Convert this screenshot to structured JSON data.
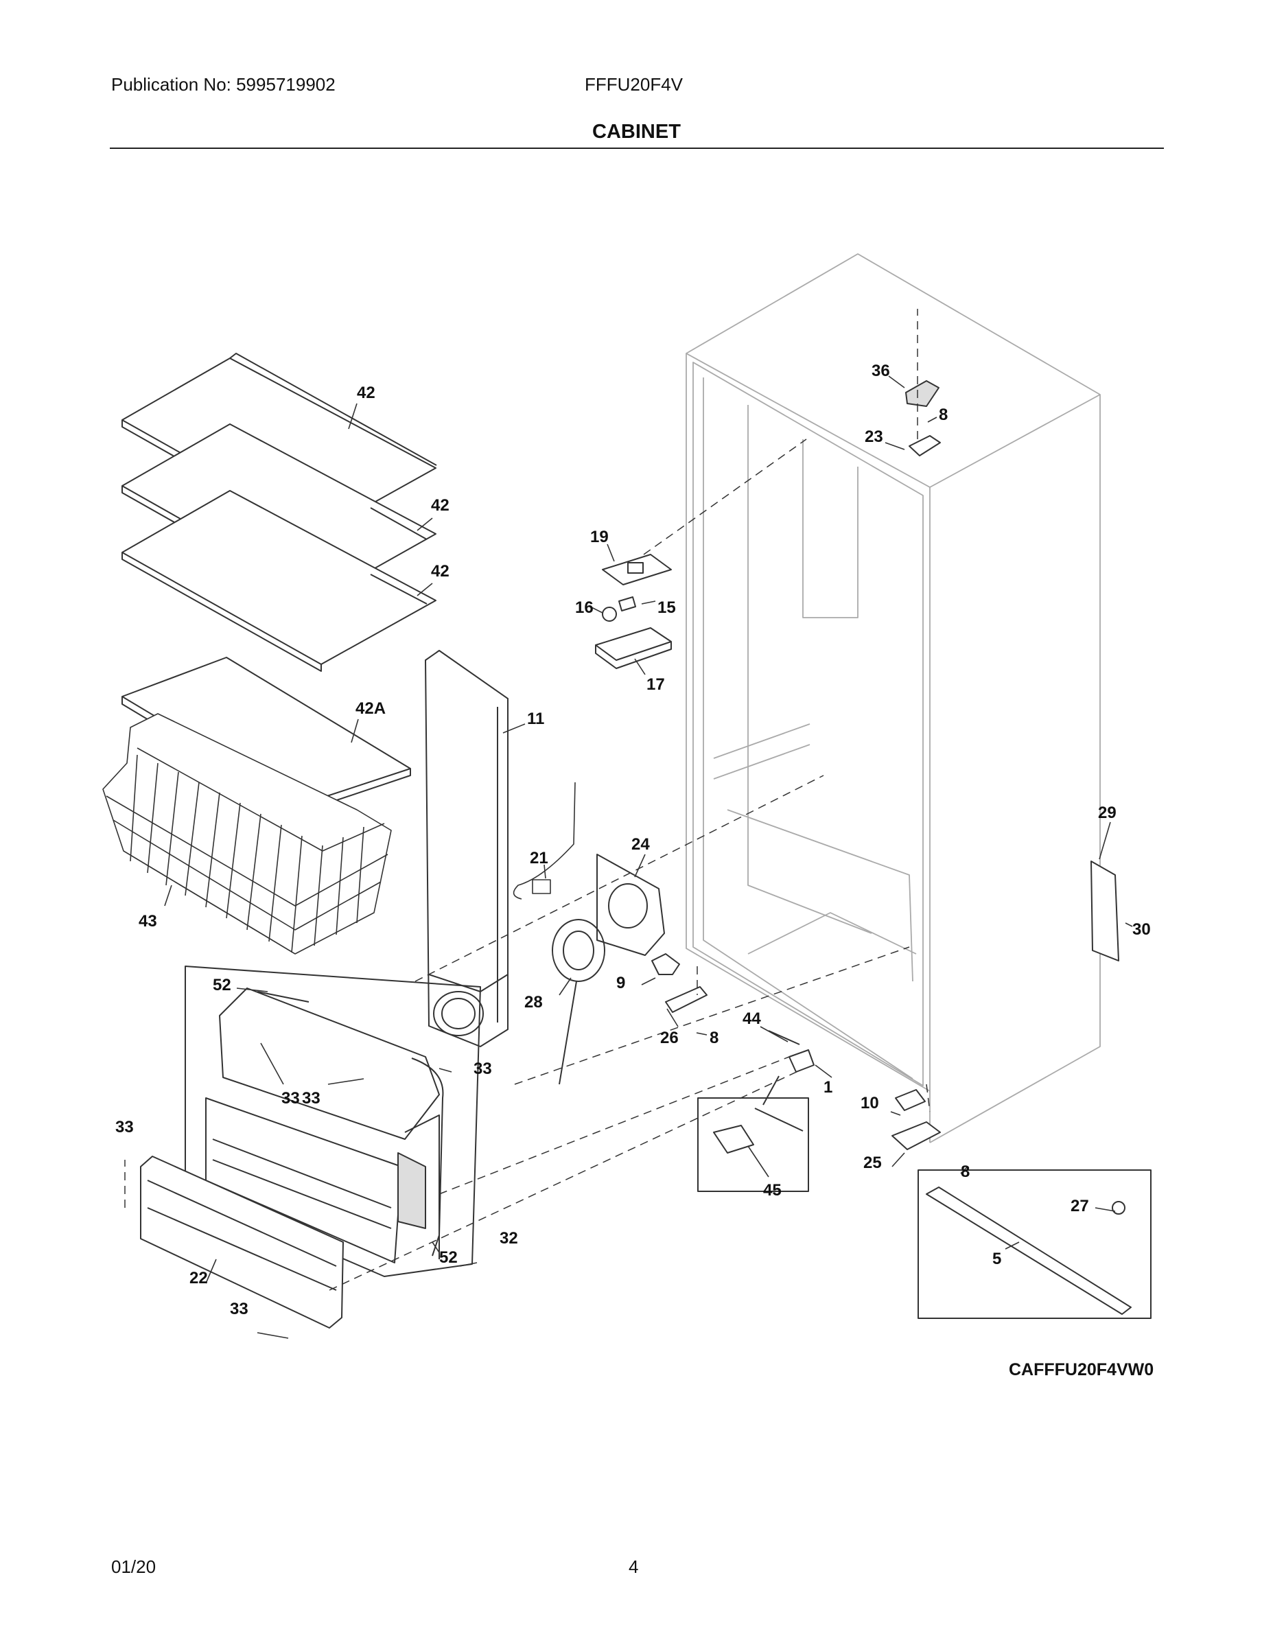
{
  "header": {
    "publication": "Publication No: 5995719902",
    "model": "FFFU20F4V",
    "section_title": "CABINET"
  },
  "diagram_code": "CAFFFU20F4VW0",
  "footer": {
    "date": "01/20",
    "page": "4"
  },
  "callouts": [
    "42",
    "42",
    "42",
    "42A",
    "43",
    "11",
    "19",
    "16",
    "15",
    "17",
    "21",
    "24",
    "28",
    "9",
    "26",
    "8",
    "36",
    "8",
    "23",
    "29",
    "30",
    "44",
    "1",
    "10",
    "25",
    "8",
    "45",
    "27",
    "5",
    "52",
    "33",
    "33",
    "33",
    "52",
    "32",
    "22",
    "33",
    "33"
  ]
}
